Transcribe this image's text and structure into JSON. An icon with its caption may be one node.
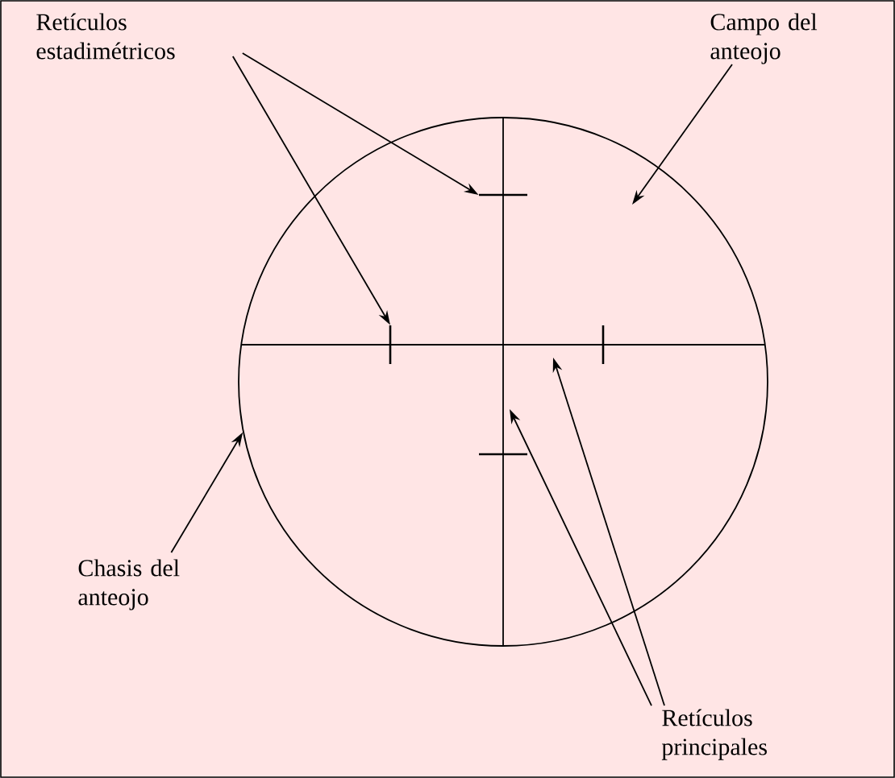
{
  "diagram": {
    "nodes": [
      {
        "text": [
          "Retículos estadimétricos"
        ]
      },
      {
        "text": [
          "Campo del anteojo"
        ]
      },
      {
        "text": [
          "Chasis del anteojo"
        ]
      },
      {
        "text": [
          "Retículos principales"
        ]
      },
      {
        "text": [],
        "shape": "circle"
      },
      {
        "text": [],
        "shape": "bar",
        "in": 4
      },
      {
        "text": [],
        "shape": "bar",
        "in": 4
      },
      {
        "text": [],
        "shape": "bar",
        "in": 4
      },
      {
        "text": [],
        "shape": "bar",
        "in": 4
      }
    ],
    "edges": [
      {
        "from": 0,
        "to": 5,
        "arrow": "to"
      },
      {
        "from": 0,
        "to": 6,
        "arrow": "to"
      },
      {
        "from": 1,
        "to": null,
        "arrow": "to"
      },
      {
        "from": 2,
        "to": 4,
        "arrow": "to"
      },
      {
        "from": 3,
        "to": null,
        "arrow": "to"
      },
      {
        "from": 3,
        "to": null,
        "arrow": "to"
      }
    ]
  }
}
